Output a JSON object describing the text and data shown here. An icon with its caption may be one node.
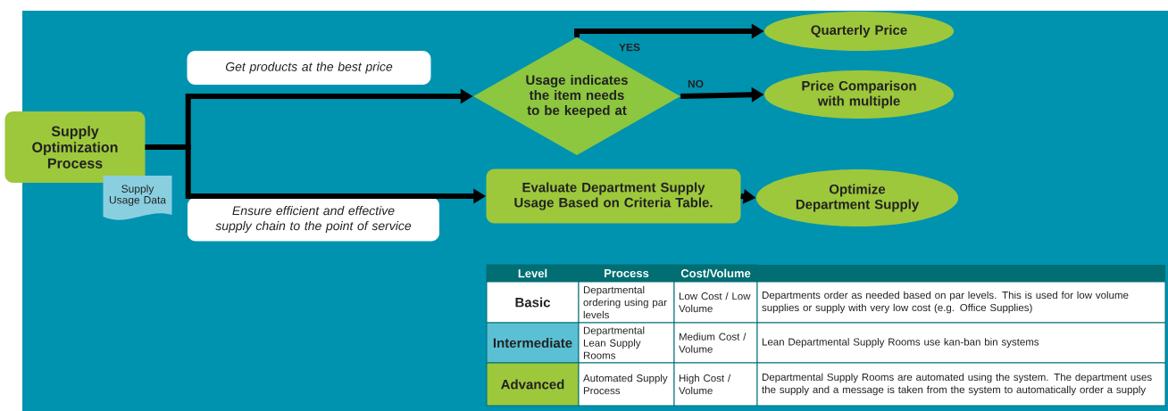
{
  "diagram": {
    "nodes": [
      {
        "text": [
          "Supply Optimization Process"
        ]
      },
      {
        "text": [
          "Supply Usage Data"
        ]
      },
      {
        "text": [
          "Get products at the best price"
        ]
      },
      {
        "text": [
          "Usage indicates the item needs to be keeped at"
        ]
      },
      {
        "text": [
          "Quarterly Price"
        ]
      },
      {
        "text": [
          "Price Comparison with multiple"
        ]
      },
      {
        "text": [
          "Ensure efficient and effective supply chain to the point of service"
        ]
      },
      {
        "text": [
          "Evaluate Department Supply Usage Based on Criteria Table."
        ]
      },
      {
        "text": [
          "Optimize Department Supply"
        ]
      }
    ],
    "edges": [
      {
        "from": 0,
        "to": 3,
        "arrow": "to"
      },
      {
        "from": 0,
        "to": 7,
        "arrow": "to"
      },
      {
        "from": 3,
        "to": 4,
        "arrow": "to",
        "label": "YES"
      },
      {
        "from": 3,
        "to": 5,
        "arrow": "to",
        "label": "NO"
      },
      {
        "from": 7,
        "to": 8,
        "arrow": "to"
      }
    ],
    "labels": [
      "Level",
      "Process",
      "Cost/Volume",
      "Basic",
      "Departmental ordering using par levels",
      "Low Cost / Low Volume",
      "Departments order as needed based on par levels. This is used for low volume supplies or supply with very low cost (e.g. Office Supplies)",
      "Intermediate",
      "Departmental Lean Supply Rooms",
      "Medium Cost / Volume",
      "Lean Departmental Supply Rooms use kan-ban bin systems",
      "Advanced",
      "Automated Supply Process",
      "High Cost / Volume",
      "Departmental Supply Rooms are automated using the system. The department uses the supply and a message is taken from the system to automatically order a supply"
    ]
  }
}
